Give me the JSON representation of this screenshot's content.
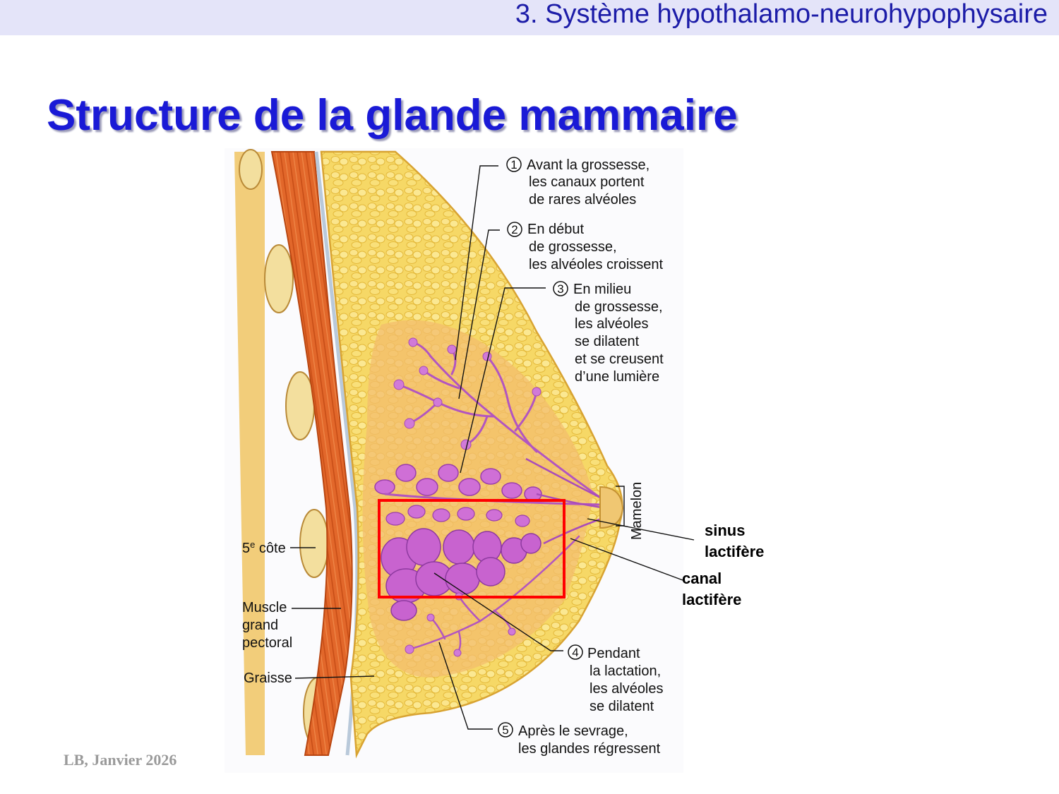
{
  "header": {
    "text": "3. Système hypothalamo-neurohypophysaire"
  },
  "title": "Structure de la glande mammaire",
  "footer": "LB, Janvier 2026",
  "figure": {
    "stages": [
      {
        "number": "1",
        "lines": [
          "Avant la grossesse,",
          "les canaux portent",
          "de rares alvéoles"
        ]
      },
      {
        "number": "2",
        "lines": [
          "En début",
          "de grossesse,",
          "les alvéoles croissent"
        ]
      },
      {
        "number": "3",
        "lines": [
          "En milieu",
          "de grossesse,",
          "les alvéoles",
          "se dilatent",
          "et se creusent",
          "d’une lumière"
        ]
      },
      {
        "number": "4",
        "lines": [
          "Pendant",
          "la lactation,",
          "les alvéoles",
          "se dilatent"
        ]
      },
      {
        "number": "5",
        "lines": [
          "Après le sevrage,",
          "les glandes régressent"
        ]
      }
    ],
    "left_labels": {
      "rib": {
        "prefix": "5",
        "superscript": "e",
        "suffix": " côte"
      },
      "muscle": [
        "Muscle",
        "grand",
        "pectoral"
      ],
      "fat": "Graisse"
    },
    "nipple_label": "Mamelon",
    "callouts": {
      "sinus": [
        "sinus",
        "lactifère"
      ],
      "canal": [
        "canal",
        "lactifère"
      ]
    },
    "colors": {
      "highlight": "#ff0000",
      "muscle": "#e2672a",
      "fat": "#f5cf55",
      "gland": "#c96ad0"
    }
  }
}
